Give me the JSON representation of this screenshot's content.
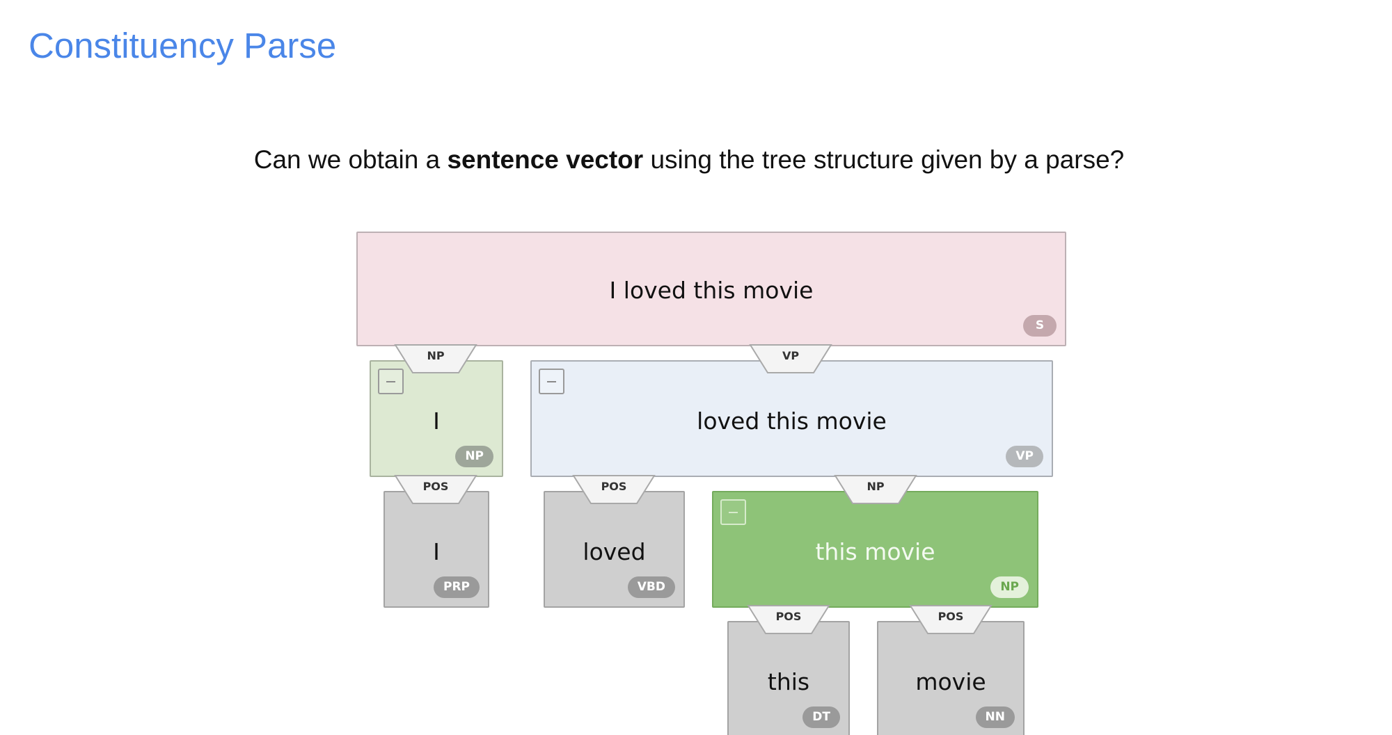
{
  "page": {
    "title": "Constituency Parse",
    "question_before": "Can we obtain a ",
    "question_bold": "sentence vector",
    "question_after": " using the tree structure given by a parse?"
  },
  "tree": {
    "s": {
      "text": "I loved this movie",
      "tag": "S"
    },
    "np_i": {
      "text": "I",
      "tag": "NP",
      "edge": "NP"
    },
    "vp": {
      "text": "loved this movie",
      "tag": "VP",
      "edge": "VP"
    },
    "prp": {
      "text": "I",
      "tag": "PRP",
      "edge": "POS"
    },
    "vbd": {
      "text": "loved",
      "tag": "VBD",
      "edge": "POS"
    },
    "np_this_movie": {
      "text": "this movie",
      "tag": "NP",
      "edge": "NP"
    },
    "dt": {
      "text": "this",
      "tag": "DT",
      "edge": "POS"
    },
    "nn": {
      "text": "movie",
      "tag": "NN",
      "edge": "POS"
    }
  },
  "colors": {
    "title": "#4a86e8",
    "s_node": "#f5e1e6",
    "np_node": "#dde9d2",
    "vp_node": "#e9eff7",
    "np_active_node": "#8ec378",
    "leaf_node": "#cfcfcf"
  }
}
